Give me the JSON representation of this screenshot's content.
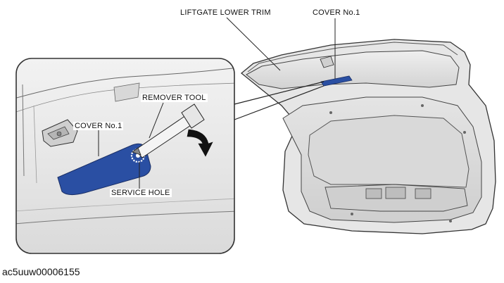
{
  "labels": {
    "liftgate_lower_trim": "LIFTGATE LOWER TRIM",
    "cover_main": "COVER No.1",
    "remover_tool": "REMOVER TOOL",
    "cover_detail": "COVER No.1",
    "service_hole": "SERVICE HOLE"
  },
  "figure_id": "ac5uuw00006155",
  "colors": {
    "cover_fill": "#2a4fa3",
    "trim_fill": "#dcdcdc",
    "line": "#222222"
  }
}
